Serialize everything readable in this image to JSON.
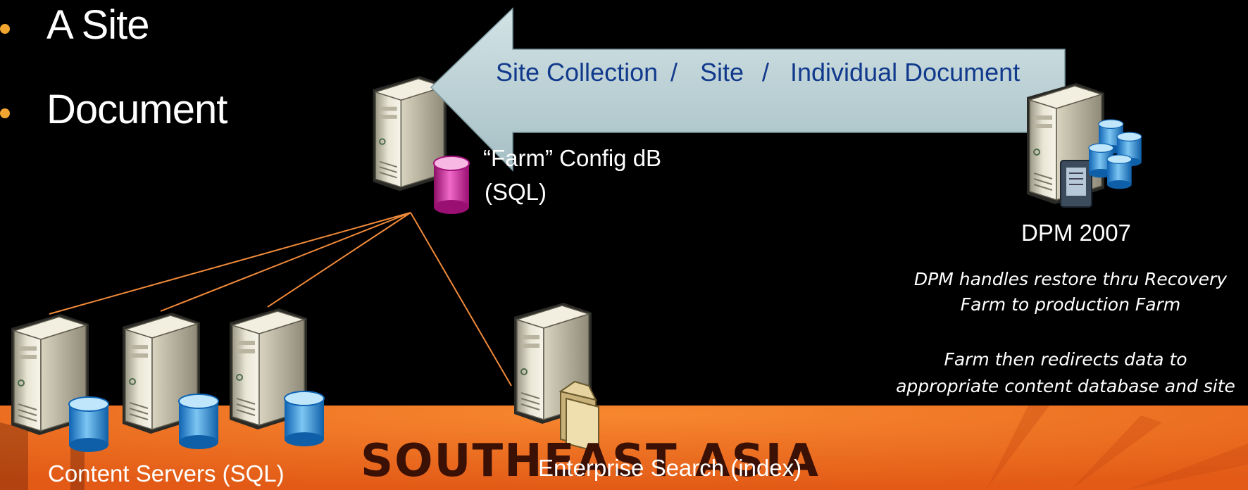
{
  "slide": {
    "bullets": [
      "A Site",
      "Document"
    ],
    "arrow_text": {
      "part1": "Site Collection",
      "sep1": "/",
      "part2": "Site",
      "sep2": "/",
      "part3": "Individual Document"
    },
    "config_db_label_line1": "“Farm” Config dB",
    "config_db_label_line2": "(SQL)",
    "dpm_label": "DPM 2007",
    "dpm_note_line1": "DPM handles restore thru Recovery",
    "dpm_note_line2": "Farm to production Farm",
    "redirect_note_line1": "Farm then redirects data to",
    "redirect_note_line2": "appropriate content database and site",
    "content_servers_label": "Content Servers  (SQL)",
    "search_label": "Enterprise Search (index)",
    "banner_word": "SOUTHEAST ASIA"
  },
  "colors": {
    "background": "#000000",
    "banner_orange": "#ef6a1f",
    "bullet": "#f2a630",
    "connector_lines": "#f08a3a",
    "arrow_fill": "#b9d0d4",
    "arrow_text": "#123a8c",
    "config_db_cylinder": "#c0168f",
    "content_db_cylinder": "#2e8fd6"
  }
}
